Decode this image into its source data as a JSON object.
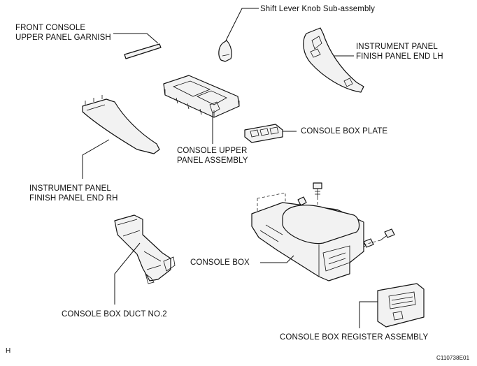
{
  "labels": {
    "front_console_garnish": [
      "FRONT CONSOLE",
      "UPPER PANEL GARNISH"
    ],
    "shift_knob": "Shift Lever Knob Sub-assembly",
    "inst_panel_lh": [
      "INSTRUMENT PANEL",
      "FINISH PANEL END LH"
    ],
    "console_box_plate": "CONSOLE BOX PLATE",
    "console_upper_panel": [
      "CONSOLE UPPER",
      "PANEL ASSEMBLY"
    ],
    "inst_panel_rh": [
      "INSTRUMENT PANEL",
      "FINISH PANEL END RH"
    ],
    "console_box": "CONSOLE BOX",
    "console_box_duct": "CONSOLE BOX DUCT NO.2",
    "console_box_register": "CONSOLE BOX REGISTER ASSEMBLY"
  },
  "footer": {
    "corner_letter": "H",
    "figure_code": "C110738E01"
  }
}
